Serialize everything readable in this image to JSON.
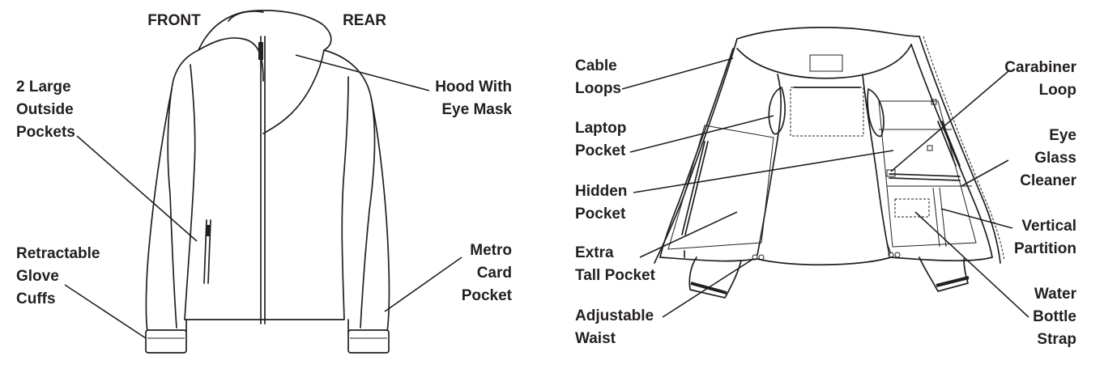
{
  "views": {
    "front": "FRONT",
    "rear": "REAR"
  },
  "left_labels": {
    "large_pockets": [
      "2 Large",
      "Outside",
      "Pockets"
    ],
    "glove_cuffs": [
      "Retractable",
      "Glove",
      "Cuffs"
    ],
    "hood": [
      "Hood With",
      "Eye Mask"
    ],
    "metro_card": [
      "Metro",
      "Card",
      "Pocket"
    ]
  },
  "right_labels": {
    "cable_loops": [
      "Cable",
      "Loops"
    ],
    "laptop_pocket": [
      "Laptop",
      "Pocket"
    ],
    "hidden_pocket": [
      "Hidden",
      "Pocket"
    ],
    "extra_tall": [
      "Extra",
      "Tall Pocket"
    ],
    "adjustable_waist": [
      "Adjustable",
      "Waist"
    ],
    "carabiner": [
      "Carabiner",
      "Loop"
    ],
    "eye_glass": [
      "Eye",
      "Glass",
      "Cleaner"
    ],
    "vertical_partition": [
      "Vertical",
      "Partition"
    ],
    "water_bottle": [
      "Water",
      "Bottle",
      "Strap"
    ]
  },
  "colors": {
    "ink": "#231f20",
    "background": "#ffffff"
  }
}
